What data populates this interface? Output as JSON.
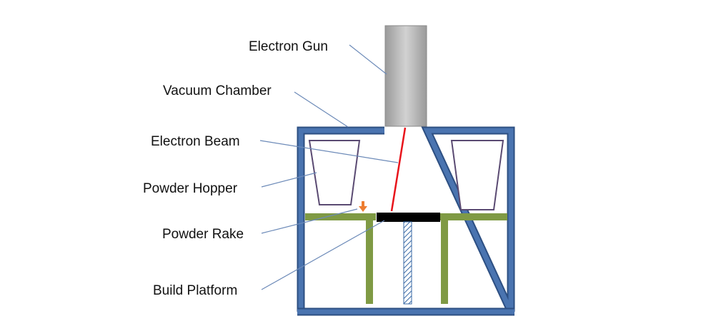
{
  "labels": {
    "electron_gun": "Electron Gun",
    "vacuum_chamber": "Vacuum Chamber",
    "electron_beam": "Electron Beam",
    "powder_hopper": "Powder Hopper",
    "powder_rake": "Powder Rake",
    "build_platform": "Build Platform"
  },
  "colors": {
    "chamber_wall": "#4a74b0",
    "chamber_outline": "#2d4f82",
    "powder_bed": "#7f9a44",
    "beam": "#e8141b",
    "rake_arrow": "#ed7d31",
    "platform": "#000000",
    "hopper": "#5a4a72",
    "gun": "#b8b8b8",
    "leader_line": "#6c8ab8"
  }
}
